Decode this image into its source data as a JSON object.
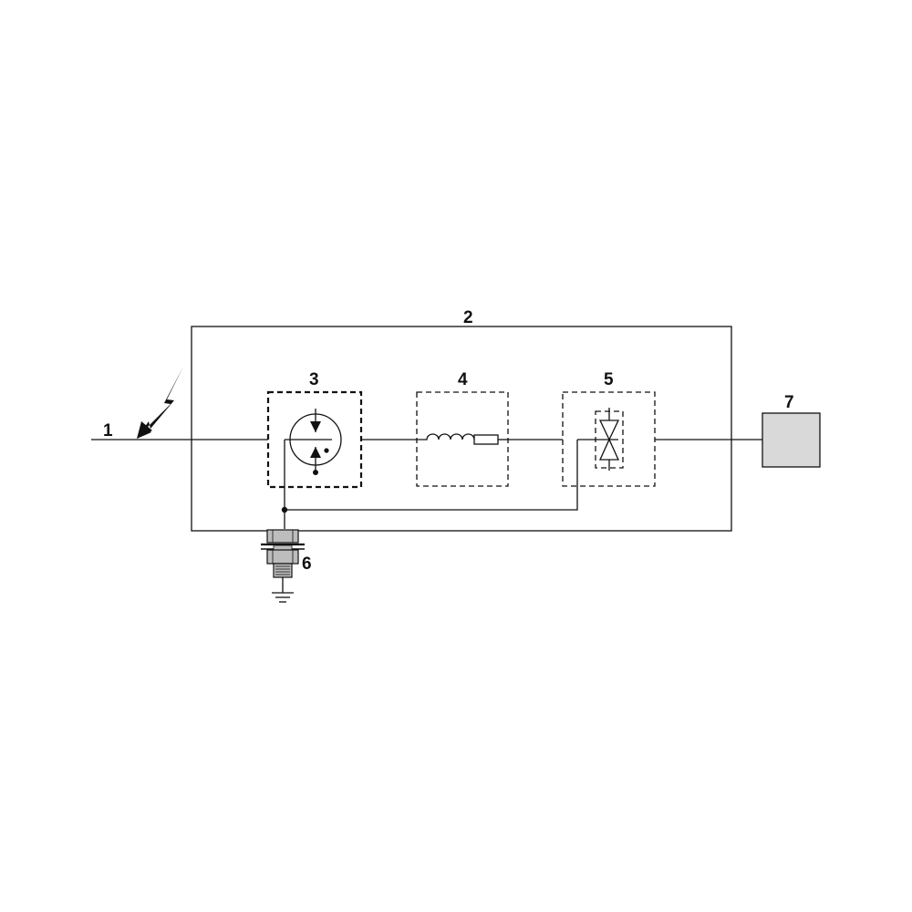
{
  "diagram": {
    "type": "circuit-block-diagram",
    "labels": {
      "line": "1",
      "enclosure": "2",
      "gas_discharge_tube": "3",
      "decoupling": "4",
      "tvs_diode": "5",
      "ground_bolt": "6",
      "protected_device": "7"
    },
    "colors": {
      "stroke": "#111111",
      "device_fill": "#d9d9d9",
      "background": "#ffffff"
    }
  }
}
